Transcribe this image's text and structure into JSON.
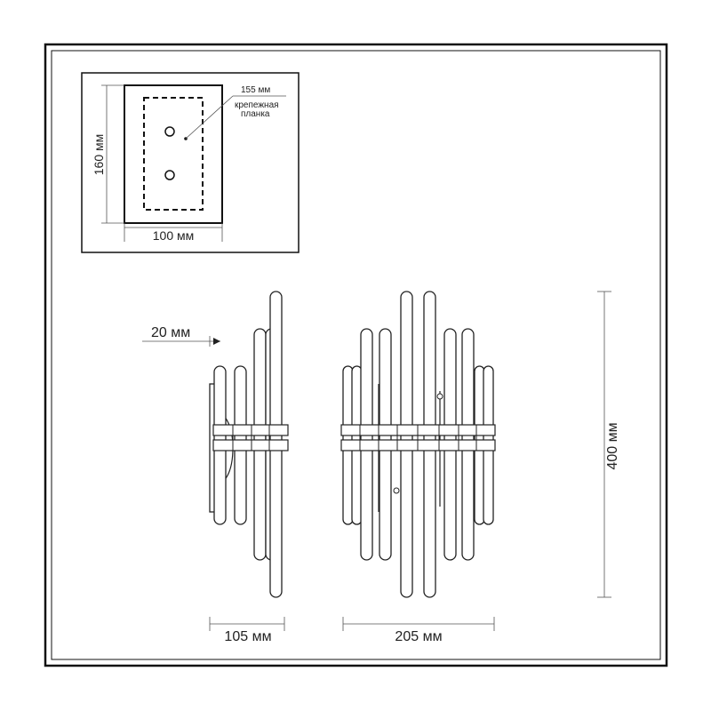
{
  "inset": {
    "plate_width_label": "155 мм",
    "plate_note_line1": "крепежная",
    "plate_note_line2": "планка",
    "height_label": "160 мм",
    "width_label": "100 мм"
  },
  "dimensions": {
    "depth_top_label": "20 мм",
    "side_width_label": "105 мм",
    "front_width_label": "205 мм",
    "height_label": "400 мм"
  }
}
